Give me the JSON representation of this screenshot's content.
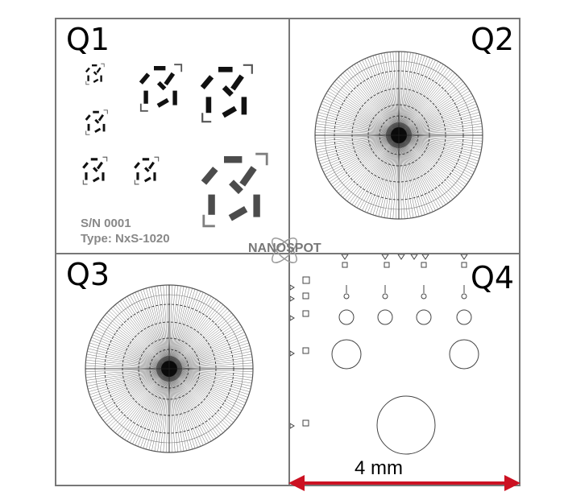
{
  "quadrants": {
    "q1": "Q1",
    "q2": "Q2",
    "q3": "Q3",
    "q4": "Q4"
  },
  "serial": {
    "sn": "S/N 0001",
    "type": "Type: NxS-1020"
  },
  "logo": "NANOSPOT",
  "scale_bar": {
    "label": "4 mm",
    "color": "#cc1122"
  }
}
